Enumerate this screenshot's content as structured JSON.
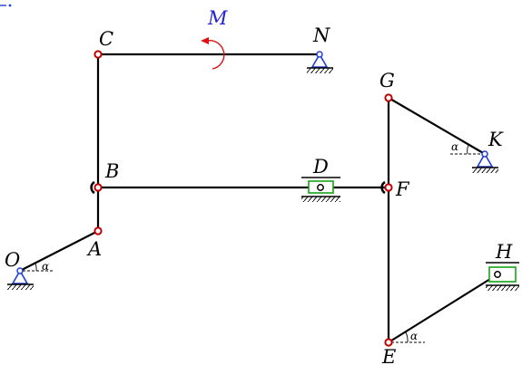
{
  "diagram": {
    "labels": {
      "O": "O",
      "A": "A",
      "B": "B",
      "C": "C",
      "N": "N",
      "D": "D",
      "F": "F",
      "G": "G",
      "K": "K",
      "E": "E",
      "H": "H",
      "M": "M",
      "alpha": "α"
    },
    "colors": {
      "moment": "#e01010",
      "moment_label": "#2323d8",
      "pin_support": "#1f3fd4",
      "slider": "#17a317",
      "joint": "#c00000"
    },
    "icons": {
      "moment": "curved-arrow-icon",
      "pin_support": "pin-support-icon",
      "slider": "slider-icon",
      "ground": "ground-hatch-icon"
    }
  }
}
